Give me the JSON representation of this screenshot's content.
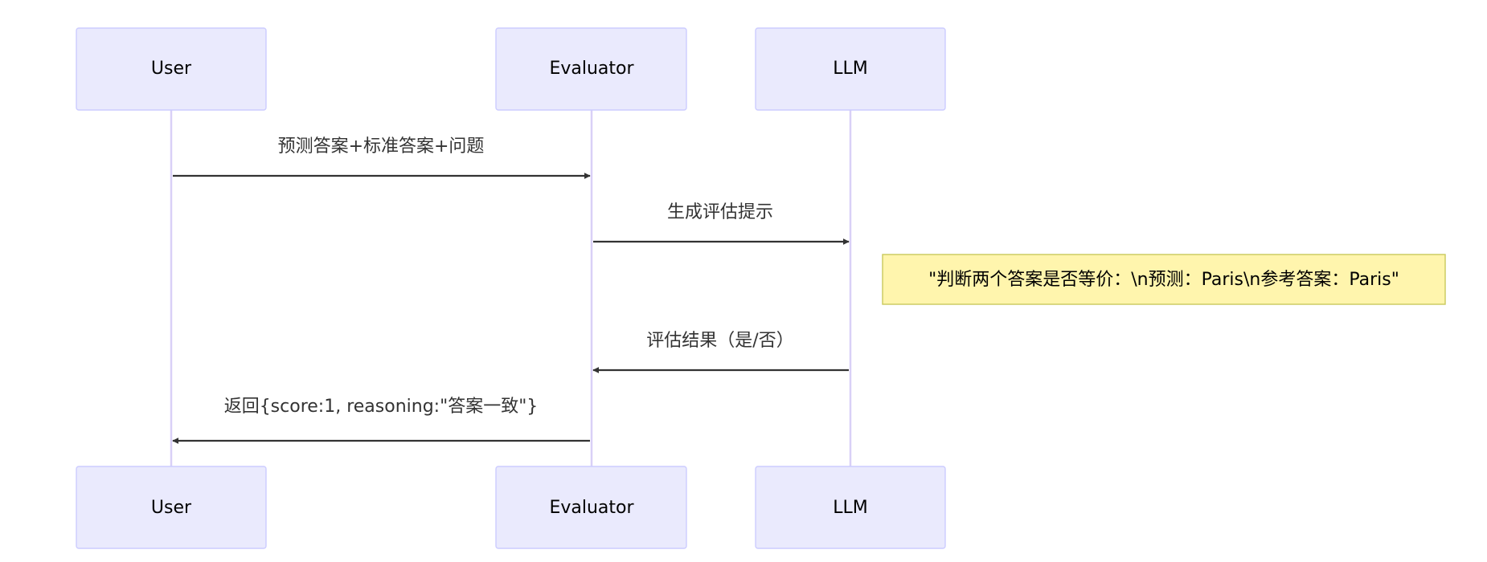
{
  "diagram": {
    "participants": [
      {
        "id": "user",
        "label": "User"
      },
      {
        "id": "evaluator",
        "label": "Evaluator"
      },
      {
        "id": "llm",
        "label": "LLM"
      }
    ],
    "messages": [
      {
        "from": "user",
        "to": "evaluator",
        "label": "预测答案+标准答案+问题"
      },
      {
        "from": "evaluator",
        "to": "llm",
        "label": "生成评估提示"
      },
      {
        "from": "llm",
        "to": "evaluator",
        "label": "评估结果（是/否）"
      },
      {
        "from": "evaluator",
        "to": "user",
        "label": "返回{score:1, reasoning:\"答案一致\"}"
      }
    ],
    "note": {
      "over": "llm",
      "side": "right",
      "text": "\"判断两个答案是否等价：\\n预测：Paris\\n参考答案：Paris\""
    }
  }
}
